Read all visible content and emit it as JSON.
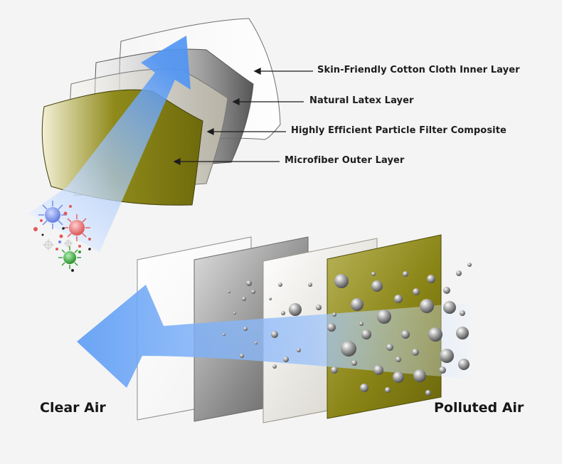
{
  "mask_layers": [
    {
      "label": "Skin-Friendly Cotton Cloth Inner Layer"
    },
    {
      "label": "Natural Latex Layer"
    },
    {
      "label": "Highly Efficient Particle Filter Composite"
    },
    {
      "label": "Microfiber Outer Layer"
    }
  ],
  "airflow": {
    "clean_label": "Clear Air",
    "polluted_label": "Polluted Air"
  },
  "colors": {
    "background": "#f4f4f4",
    "inner_layer": "#ffffff",
    "latex_layer": "#7c7c7c",
    "filter_layer": "#d9d6cc",
    "outer_layer": "#6e6a0c",
    "arrow": "#5b9cf5",
    "virus_blue": "#6b86e6",
    "virus_red": "#e05a5a",
    "virus_green": "#2f9e2f",
    "particle": "#9a9a9a"
  }
}
